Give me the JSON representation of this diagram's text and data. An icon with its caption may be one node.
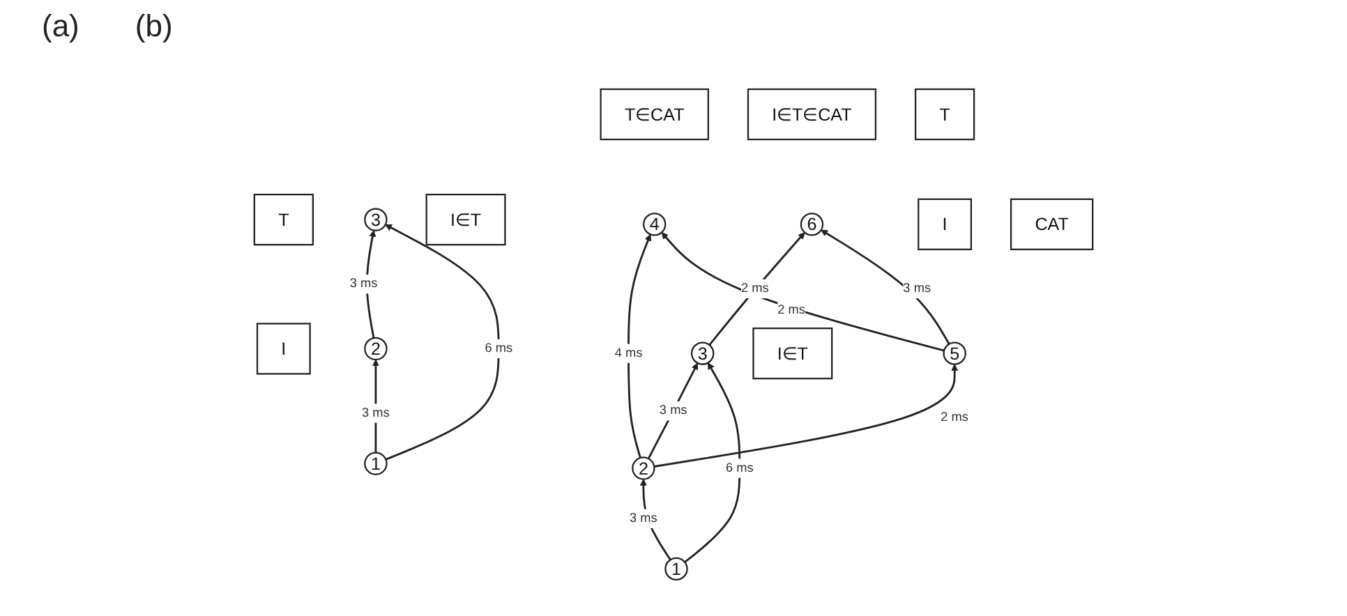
{
  "diagram": {
    "nodes": [
      {
        "text": [
          "T"
        ]
      },
      {
        "text": [
          "2"
        ]
      },
      {
        "text": [
          "3"
        ]
      },
      {
        "text": [
          "I∈T"
        ]
      },
      {
        "text": [
          "I"
        ]
      },
      {
        "text": [
          "1"
        ]
      },
      {
        "text": [
          "T∈CAT"
        ]
      },
      {
        "text": [
          "CAT"
        ]
      },
      {
        "text": [
          "I∈T∈CAT"
        ]
      },
      {
        "text": [
          "4"
        ]
      },
      {
        "text": [
          "5"
        ]
      },
      {
        "text": [
          "6"
        ]
      },
      {
        "text": [
          "T"
        ]
      },
      {
        "text": [
          "2"
        ]
      },
      {
        "text": [
          "3"
        ]
      },
      {
        "text": [
          "I∈T"
        ]
      },
      {
        "text": [
          "I"
        ]
      },
      {
        "text": [
          "1"
        ]
      }
    ],
    "edges": [
      {
        "from": 5,
        "to": 1,
        "arrow": "to",
        "label": "3 ms"
      },
      {
        "from": 1,
        "to": 2,
        "arrow": "to",
        "label": "3 ms"
      },
      {
        "from": 5,
        "to": 2,
        "arrow": "to",
        "label": "6 ms"
      },
      {
        "from": 17,
        "to": 13,
        "arrow": "to",
        "label": "3 ms"
      },
      {
        "from": 13,
        "to": 14,
        "arrow": "to",
        "label": "3 ms"
      },
      {
        "from": 17,
        "to": 14,
        "arrow": "to",
        "label": "6 ms"
      },
      {
        "from": 13,
        "to": 10,
        "arrow": "to",
        "label": "2 ms"
      },
      {
        "from": 13,
        "to": 9,
        "arrow": "to",
        "label": "4 ms"
      },
      {
        "from": 14,
        "to": 11,
        "arrow": "to",
        "label": "2 ms"
      },
      {
        "from": 10,
        "to": 9,
        "arrow": "to",
        "label": "2 ms"
      },
      {
        "from": 10,
        "to": 11,
        "arrow": "to",
        "label": "3 ms"
      }
    ],
    "labels": [
      "(a)",
      "(b)"
    ]
  }
}
